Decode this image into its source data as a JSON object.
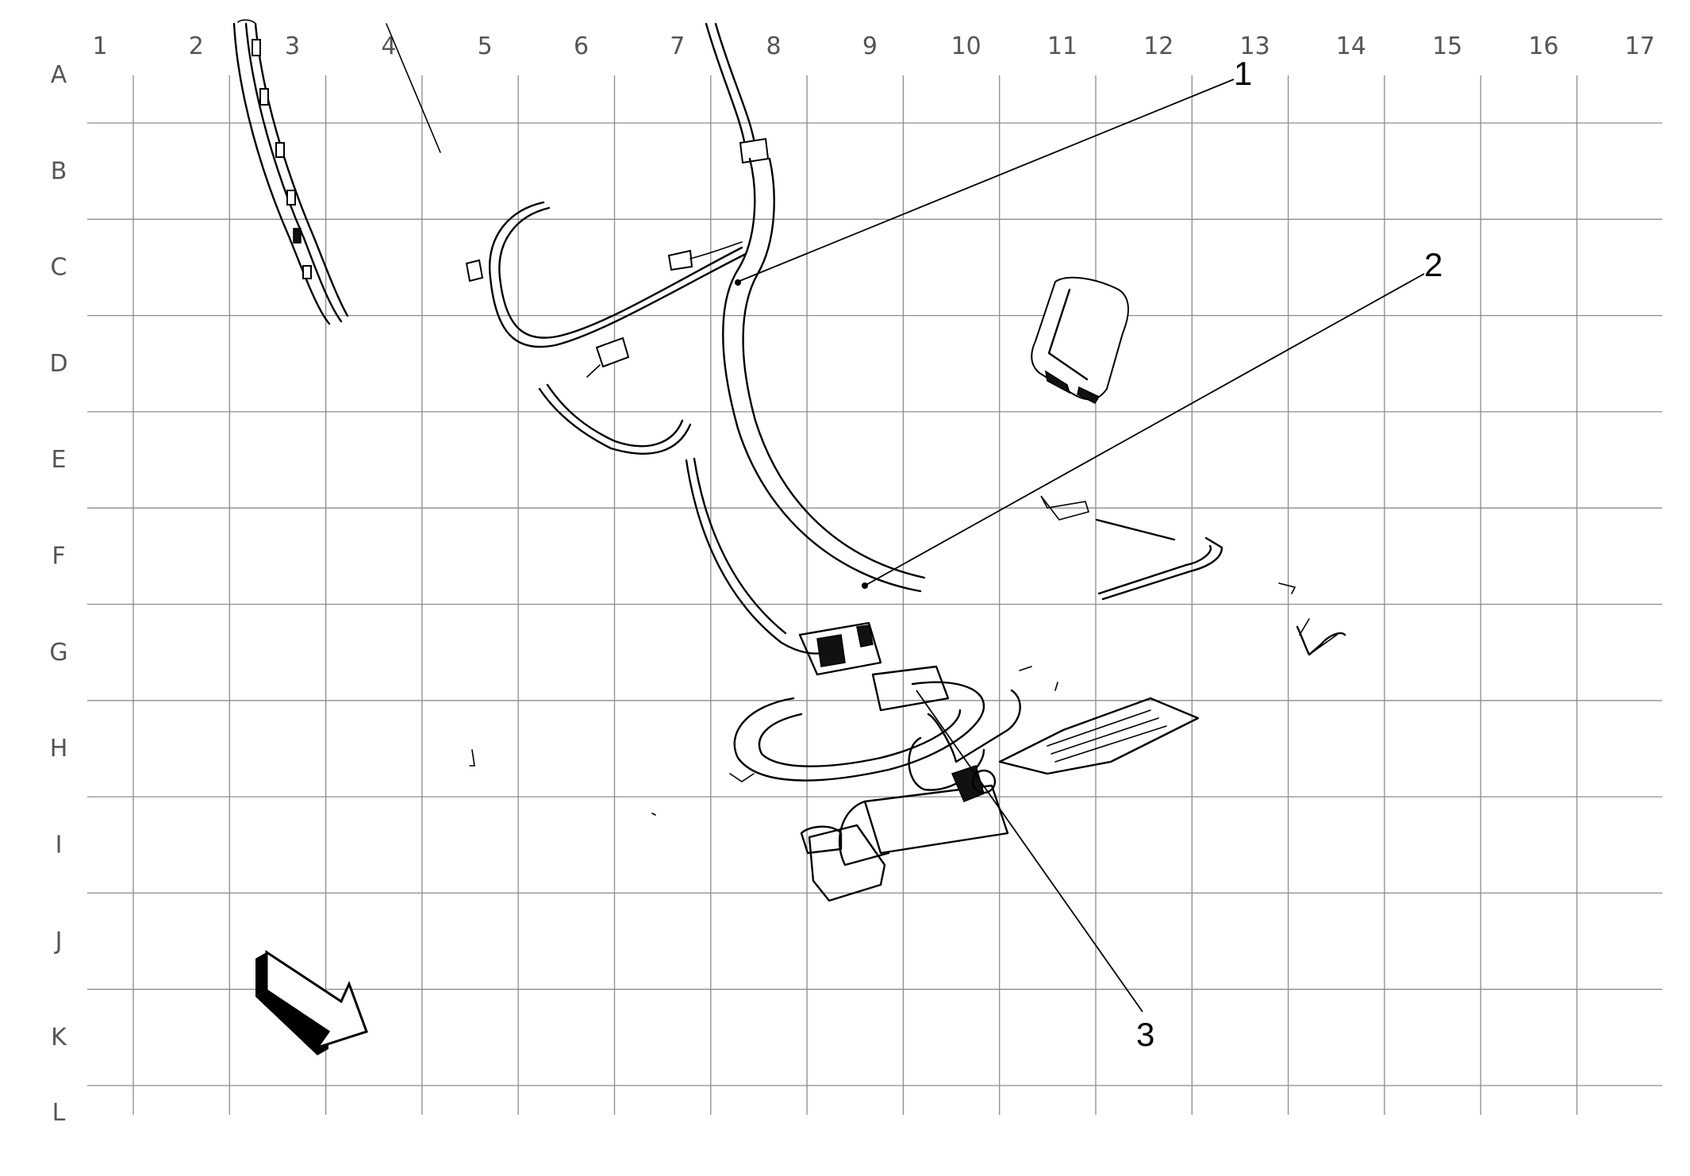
{
  "grid": {
    "columns": [
      "1",
      "2",
      "3",
      "4",
      "5",
      "6",
      "7",
      "8",
      "9",
      "10",
      "11",
      "12",
      "13",
      "14",
      "15",
      "16",
      "17"
    ],
    "rows": [
      "A",
      "B",
      "C",
      "D",
      "E",
      "F",
      "G",
      "H",
      "I",
      "J",
      "K",
      "L"
    ]
  },
  "callouts": [
    {
      "id": "1",
      "label": "1"
    },
    {
      "id": "2",
      "label": "2"
    },
    {
      "id": "3",
      "label": "3"
    }
  ],
  "icons": {
    "direction_arrow": "forward-arrow-icon"
  }
}
